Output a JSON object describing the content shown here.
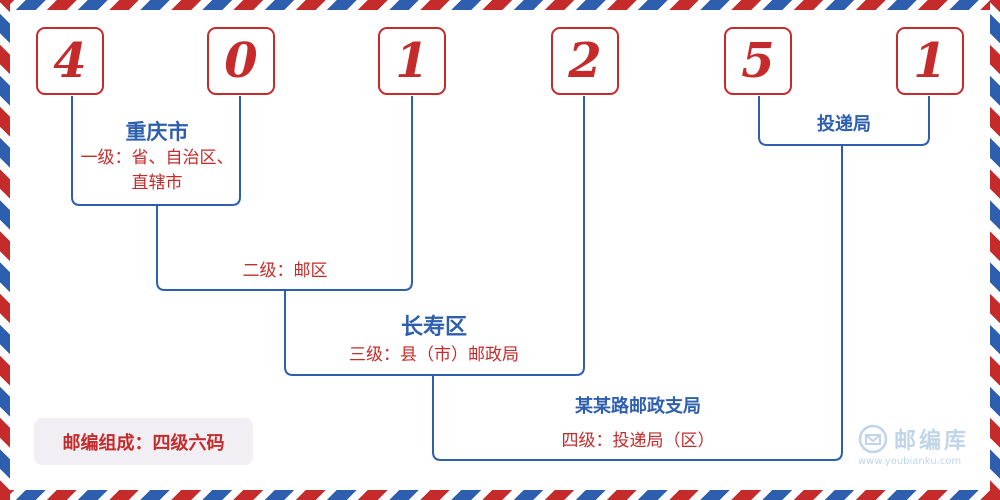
{
  "colors": {
    "red": "#c62b2b",
    "blue": "#2d5fae",
    "composition_bg": "#f1eff4",
    "watermark": "#4c86c6"
  },
  "postal_code": {
    "digits": [
      "4",
      "0",
      "1",
      "2",
      "5",
      "1"
    ]
  },
  "levels": {
    "city_name": "重庆市",
    "level1": "一级：省、自治区、直辖市",
    "level2": "二级：邮区",
    "county_name": "长寿区",
    "level3": "三级：县（市）邮政局",
    "branch_name": "某某路邮政支局",
    "level4": "四级：投递局（区）",
    "delivery": "投递局"
  },
  "composition_label": "邮编组成：四级六码",
  "watermark": {
    "icon": "envelope-circle-icon",
    "name": "邮编库",
    "url": "www.youbianku.com"
  }
}
